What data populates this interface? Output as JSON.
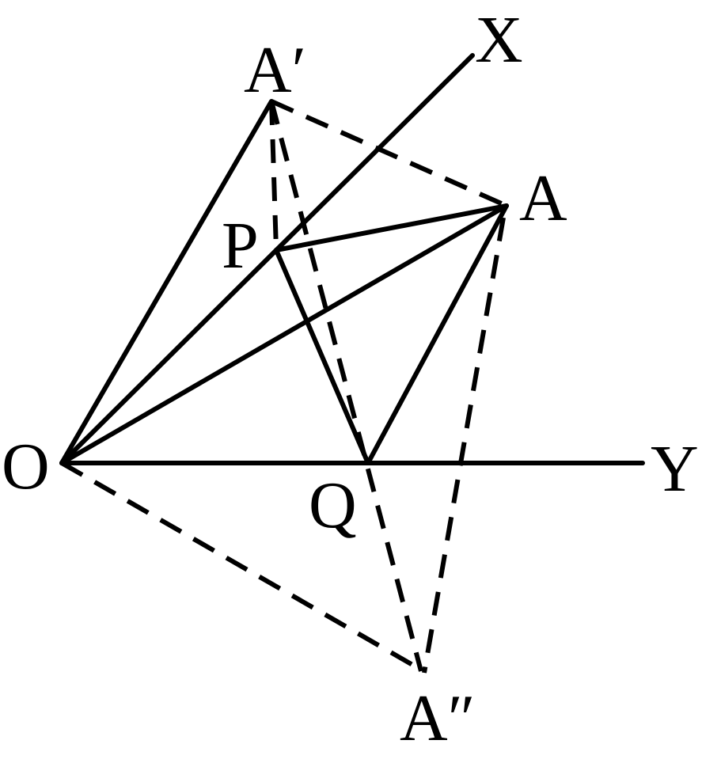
{
  "diagram": {
    "labels": {
      "O": "O",
      "P": "P",
      "Q": "Q",
      "A": "A",
      "X": "X",
      "Y": "Y",
      "A_prime": "A′",
      "A_double_prime": "A″"
    }
  }
}
